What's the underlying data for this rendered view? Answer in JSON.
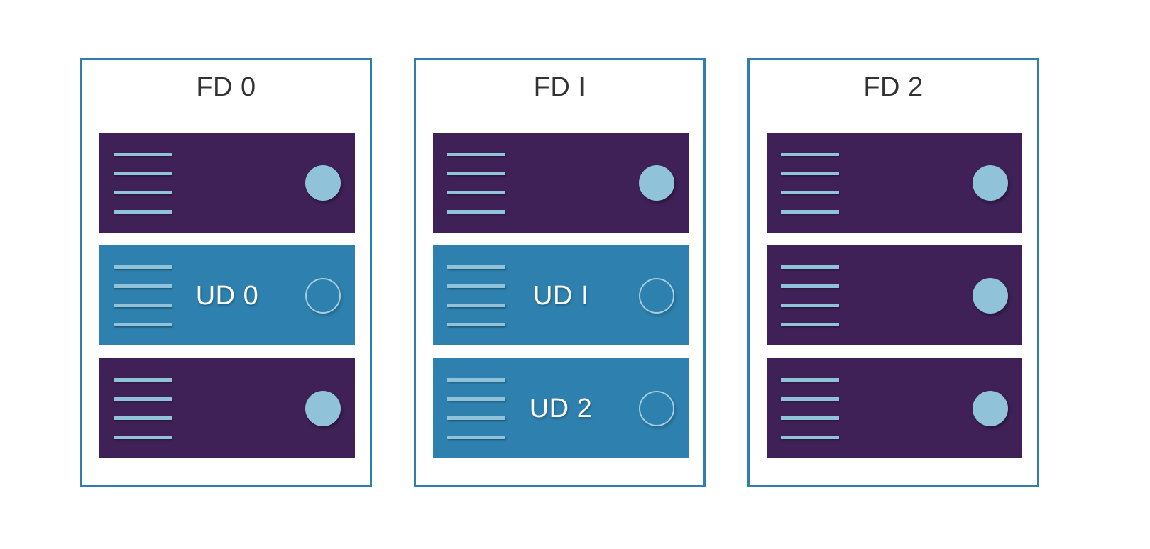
{
  "diagram": {
    "type": "fault-domain-update-domain-layout",
    "background_color": "#ffffff",
    "frame_border_color": "#2e7fac",
    "server_color": "#3f2158",
    "update_domain_color": "#2e81ae",
    "indicator_color": "#90c3da",
    "title_color": "#333333",
    "label_color": "#ffffff",
    "fault_domains": [
      {
        "title": "FD 0",
        "units": [
          {
            "label": "",
            "kind": "server",
            "color_role": "server",
            "indicator": "filled",
            "vent_line_count": 4
          },
          {
            "label": "UD 0",
            "kind": "update-domain",
            "color_role": "update_domain",
            "indicator": "outline",
            "vent_line_count": 4
          },
          {
            "label": "",
            "kind": "server",
            "color_role": "server",
            "indicator": "filled",
            "vent_line_count": 4
          }
        ]
      },
      {
        "title": "FD I",
        "units": [
          {
            "label": "",
            "kind": "server",
            "color_role": "server",
            "indicator": "filled",
            "vent_line_count": 4
          },
          {
            "label": "UD I",
            "kind": "update-domain",
            "color_role": "update_domain",
            "indicator": "outline",
            "vent_line_count": 4
          },
          {
            "label": "UD 2",
            "kind": "update-domain",
            "color_role": "update_domain",
            "indicator": "outline",
            "vent_line_count": 4
          }
        ]
      },
      {
        "title": "FD 2",
        "units": [
          {
            "label": "",
            "kind": "server",
            "color_role": "server",
            "indicator": "filled",
            "vent_line_count": 4
          },
          {
            "label": "",
            "kind": "server",
            "color_role": "server",
            "indicator": "filled",
            "vent_line_count": 4
          },
          {
            "label": "",
            "kind": "server",
            "color_role": "server",
            "indicator": "filled",
            "vent_line_count": 4
          }
        ]
      }
    ]
  }
}
